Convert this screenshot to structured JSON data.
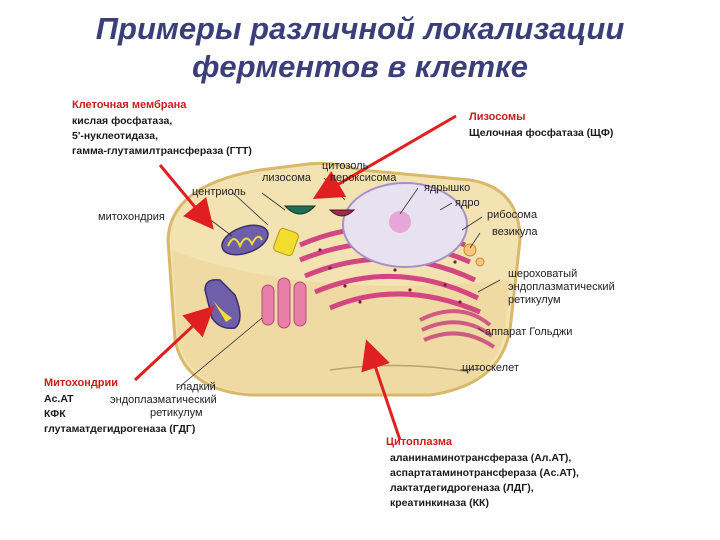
{
  "title": {
    "line1": "Примеры различной локализации",
    "line2": "ферментов в клетке"
  },
  "annotations": {
    "membrane": {
      "heading": "Клеточная мембрана",
      "items": [
        "кислая фосфатаза,",
        "5'-нуклеотидаза,",
        "гамма-глутамилтрансфераза (ГТТ)"
      ]
    },
    "lysosomes": {
      "heading": "Лизосомы",
      "items": [
        "Щелочная фосфатаза (ЩФ)"
      ]
    },
    "mitochondria": {
      "heading": "Митохондрии",
      "items": [
        "Ac.AT",
        "КФК",
        "глутаматдегидрогеназа (ГДГ)"
      ]
    },
    "cytoplasm": {
      "heading": "Цитоплазма",
      "items": [
        "аланинаминотрансфераза (Ал.АТ),",
        "аспартатаминотрансфераза (Ac.AT),",
        "лактатдегидрогеназа (ЛДГ),",
        "креатинкиназа (КК)"
      ]
    }
  },
  "labels": {
    "cytosol": "цитозоль",
    "lysosome": "лизосома",
    "peroxisome": "пероксисома",
    "centriole": "центриоль",
    "nucleolus": "ядрышко",
    "nucleus": "ядро",
    "mitochondrion": "митохондрия",
    "ribosome": "рибосома",
    "vesicle": "везикула",
    "rough_er_1": "шероховатый",
    "rough_er_2": "эндоплазматический",
    "rough_er_3": "ретикулум",
    "golgi": "аппарат Гольджи",
    "cytoskeleton": "цитоскелет",
    "smooth_er_1": "гладкий",
    "smooth_er_2": "эндоплазматический",
    "smooth_er_3": "ретикулум"
  },
  "colors": {
    "title": "#3a3f7a",
    "heading": "#c8201c",
    "arrow": "#e02020",
    "cytoplasm": "#f3e3b3",
    "membrane": "#d9b86a",
    "er": "#d2477f",
    "mitochondrion": "#6f5fa8",
    "nucleus": "#e8e2f0"
  }
}
